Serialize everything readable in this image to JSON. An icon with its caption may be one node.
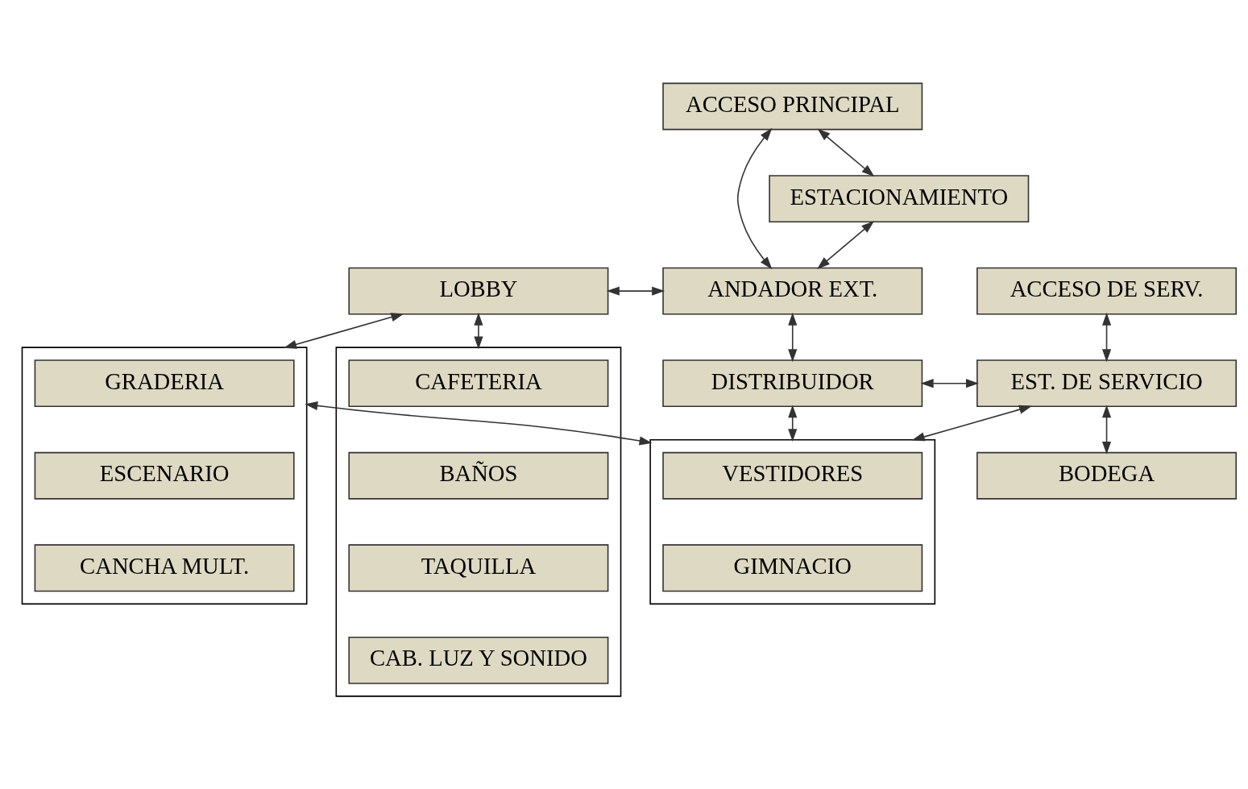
{
  "diagram": {
    "nodes": [
      {
        "text": [
          "ACCESO PRINCIPAL"
        ]
      },
      {
        "text": [
          "ESTACIONAMIENTO"
        ]
      },
      {
        "text": [
          "LOBBY"
        ]
      },
      {
        "text": [
          "ANDADOR EXT."
        ]
      },
      {
        "text": [
          "ACCESO DE SERV."
        ]
      },
      {
        "text": [],
        "shape": "box"
      },
      {
        "text": [
          "GRADERIA"
        ],
        "in": 5
      },
      {
        "text": [
          "ESCENARIO"
        ],
        "in": 5
      },
      {
        "text": [
          "CANCHA MULT."
        ],
        "in": 5
      },
      {
        "text": [
          "DISTRIBUIDOR"
        ]
      },
      {
        "text": [
          "EST. DE SERVICIO"
        ]
      },
      {
        "text": [],
        "shape": "box"
      },
      {
        "text": [
          "VESTIDORES"
        ],
        "in": 11
      },
      {
        "text": [
          "GIMNACIO"
        ],
        "in": 11
      },
      {
        "text": [
          "BODEGA"
        ]
      },
      {
        "text": [],
        "shape": "box"
      },
      {
        "text": [
          "CAFETERIA"
        ],
        "in": 15
      },
      {
        "text": [
          "BAÑOS"
        ],
        "in": 15
      },
      {
        "text": [
          "TAQUILLA"
        ],
        "in": 15
      },
      {
        "text": [
          "CAB. LUZ Y SONIDO"
        ],
        "in": 15
      }
    ],
    "edges": [
      {
        "from": 0,
        "to": 1,
        "arrow": "both"
      },
      {
        "from": 0,
        "to": 3,
        "arrow": "both"
      },
      {
        "from": 1,
        "to": 3,
        "arrow": "both"
      },
      {
        "from": 2,
        "to": 3,
        "arrow": "both"
      },
      {
        "from": 2,
        "to": 5,
        "arrow": "both"
      },
      {
        "from": 2,
        "to": 15,
        "arrow": "both"
      },
      {
        "from": 3,
        "to": 9,
        "arrow": "both"
      },
      {
        "from": 9,
        "to": 10,
        "arrow": "both"
      },
      {
        "from": 4,
        "to": 10,
        "arrow": "both"
      },
      {
        "from": 5,
        "to": 11,
        "arrow": "both"
      },
      {
        "from": 9,
        "to": 11,
        "arrow": "both"
      },
      {
        "from": 10,
        "to": 11,
        "arrow": "both"
      },
      {
        "from": 10,
        "to": 14,
        "arrow": "both"
      }
    ]
  }
}
